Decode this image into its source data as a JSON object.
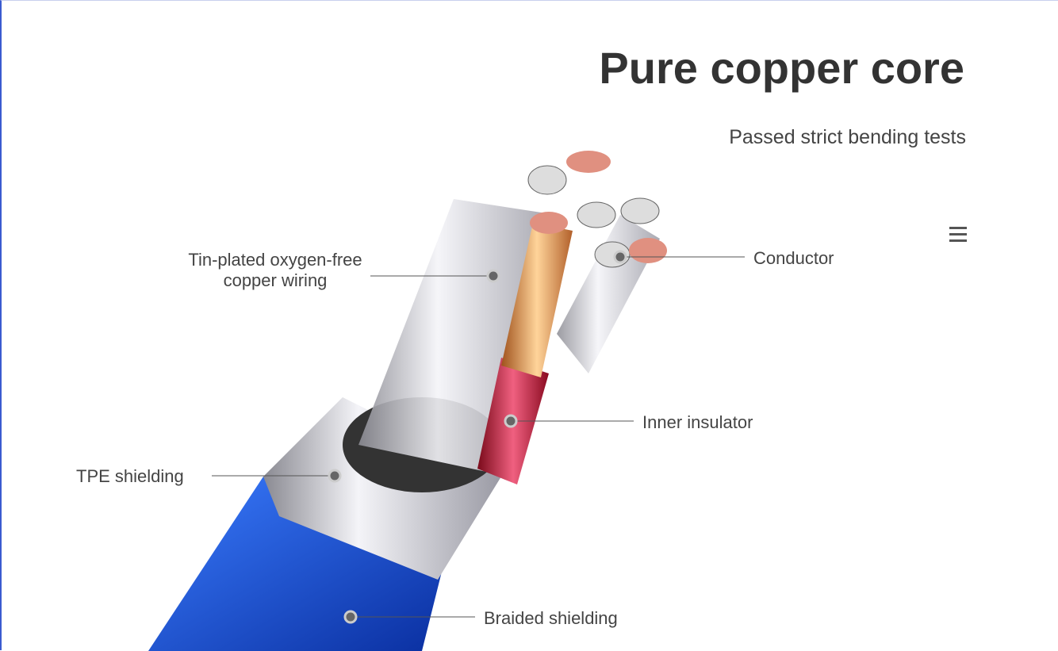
{
  "header": {
    "title": "Pure copper core",
    "subtitle": "Passed strict bending tests"
  },
  "menu": {
    "icon": "hamburger-menu-icon"
  },
  "labels": {
    "tin_plated_line1": "Tin-plated oxygen-free",
    "tin_plated_line2": "copper wiring",
    "conductor": "Conductor",
    "inner_insulator": "Inner insulator",
    "tpe_shielding": "TPE shielding",
    "braided_shielding": "Braided shielding"
  },
  "colors": {
    "braid": "#1a4fd0",
    "copper": "#d98a4a",
    "insulator": "#b0102a",
    "silver": "#c8c8d0",
    "text": "#444444"
  }
}
